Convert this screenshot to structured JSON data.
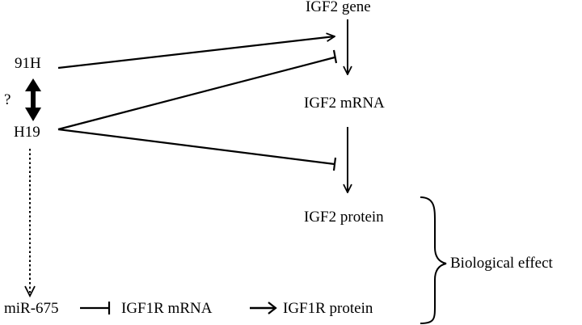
{
  "nodes": {
    "igf2_gene": "IGF2 gene",
    "igf2_mrna": "IGF2 mRNA",
    "igf2_protein": "IGF2 protein",
    "n91h": "91H",
    "h19": "H19",
    "question": "?",
    "mir675": "miR-675",
    "igf1r_mrna": "IGF1R mRNA",
    "igf1r_protein": "IGF1R protein",
    "biological_effect": "Biological effect"
  },
  "colors": {
    "ink": "#000000",
    "background": "#ffffff"
  }
}
